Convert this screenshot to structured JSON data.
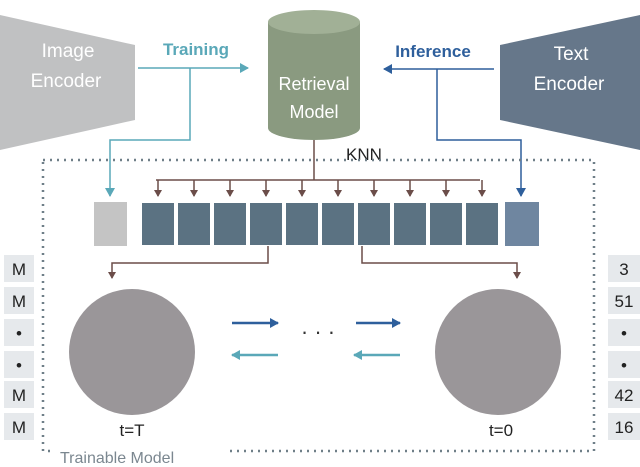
{
  "encoders": {
    "image": {
      "line1": "Image",
      "line2": "Encoder"
    },
    "text": {
      "line1": "Text",
      "line2": "Encoder"
    }
  },
  "retrieval": {
    "line1": "Retrieval",
    "line2": "Model"
  },
  "labels": {
    "training": "Training",
    "inference": "Inference",
    "knn": "KNN",
    "trainable": "Trainable Model",
    "dots": "· · ·"
  },
  "timesteps": {
    "start": "t=T",
    "end": "t=0"
  },
  "left_tokens": [
    "M",
    "M",
    "•",
    "•",
    "M",
    "M"
  ],
  "right_tokens": [
    "3",
    "51",
    "•",
    "•",
    "42",
    "16"
  ],
  "colors": {
    "encoder_image": "#c0c1c2",
    "encoder_text": "#66778a",
    "cylinder": "#8a9a80",
    "cylinder_top": "#a1b096",
    "training": "#5aa8b8",
    "inference": "#2e5f9c",
    "arrow_gray": "#6b4d49",
    "seq_dark": "#5b7282",
    "seq_light": "#c4c4c4",
    "seq_query": "#6f86a0",
    "circle": "#9a9699",
    "token_bg": "#e6e9ec",
    "dotted": "#6f7f88"
  }
}
